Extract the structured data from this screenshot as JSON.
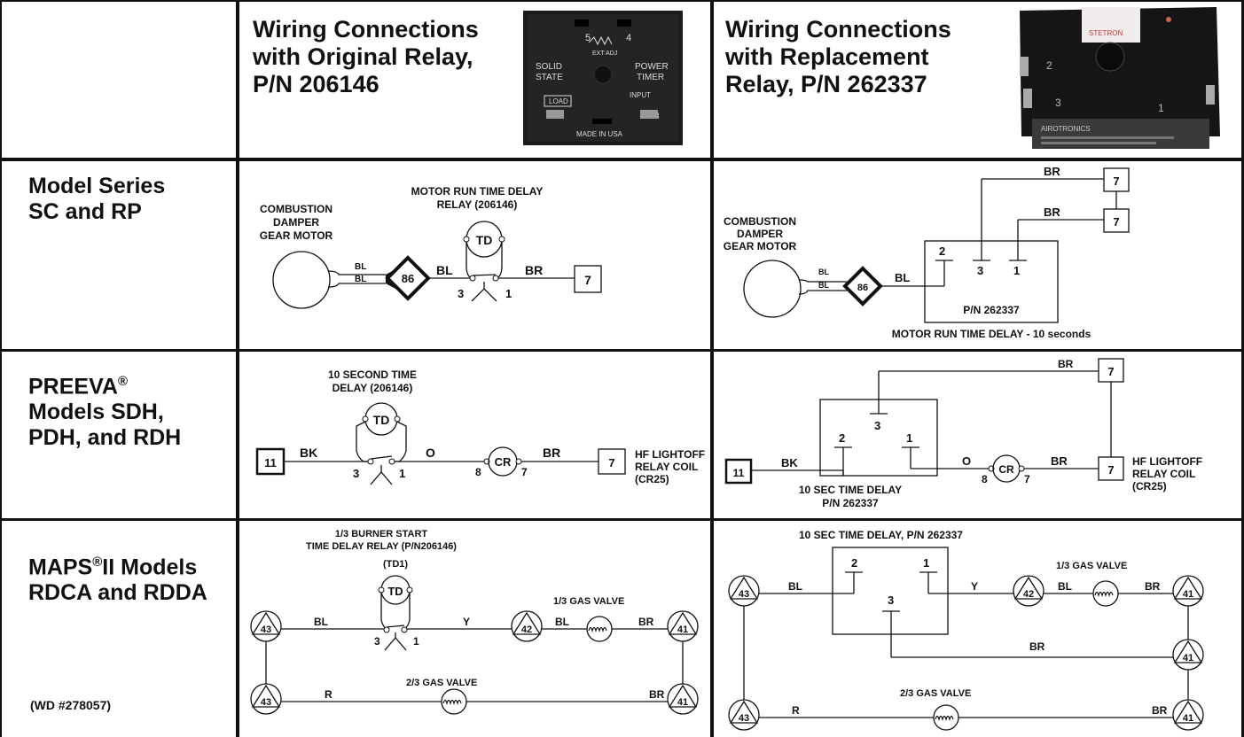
{
  "headers": {
    "original": [
      "Wiring Connections",
      "with Original Relay,",
      "P/N 206146"
    ],
    "replacement": [
      "Wiring Connections",
      "with Replacement",
      "Relay, P/N 262337"
    ]
  },
  "photo_original": {
    "top_numbers": [
      "5",
      "4"
    ],
    "ext_adj": "EXT ADJ",
    "solid_state": [
      "SOLID",
      "STATE"
    ],
    "power_timer": [
      "POWER",
      "TIMER"
    ],
    "load": "LOAD",
    "input": "INPUT",
    "pins": [
      "1",
      "3"
    ],
    "made_in": "MADE IN USA"
  },
  "photo_replacement": {
    "pins": [
      "2",
      "3",
      "1"
    ],
    "sticker": "STETRON",
    "brand": "AIROTRONICS"
  },
  "rows": [
    {
      "label": [
        "Model Series",
        "SC and RP"
      ]
    },
    {
      "label": [
        "PREEVA",
        "®",
        "Models SDH,",
        "PDH, and RDH"
      ]
    },
    {
      "label": [
        "MAPS",
        "®",
        "II Models",
        "RDCA and RDDA"
      ]
    }
  ],
  "footnote": "(WD #278057)",
  "row1_orig": {
    "motor": [
      "COMBUSTION",
      "DAMPER",
      "GEAR MOTOR"
    ],
    "relay": [
      "MOTOR RUN TIME DELAY",
      "RELAY (206146)"
    ],
    "td": "TD",
    "terminal_86": "86",
    "terminal_7": "7",
    "wires": [
      "BL",
      "BL",
      "BL",
      "BR"
    ],
    "pins": [
      "3",
      "1"
    ]
  },
  "row1_repl": {
    "motor": [
      "COMBUSTION",
      "DAMPER",
      "GEAR MOTOR"
    ],
    "terminal_86": "86",
    "terminals_7": [
      "7",
      "7"
    ],
    "wires": [
      "BL",
      "BL",
      "BL",
      "BR",
      "BR"
    ],
    "pins": [
      "2",
      "3",
      "1"
    ],
    "part": "P/N 262337",
    "caption": "MOTOR RUN TIME DELAY - 10 seconds"
  },
  "row2_orig": {
    "relay": [
      "10 SECOND TIME",
      "DELAY (206146)"
    ],
    "td": "TD",
    "terminal_11": "11",
    "terminal_7": "7",
    "wires": [
      "BK",
      "O",
      "BR"
    ],
    "pins": [
      "3",
      "1"
    ],
    "cr": "CR",
    "cr_pins": [
      "8",
      "7"
    ],
    "coil": [
      "HF LIGHTOFF",
      "RELAY COIL",
      "(CR25)"
    ]
  },
  "row2_repl": {
    "terminal_11": "11",
    "terminals_7": [
      "7",
      "7"
    ],
    "wires": [
      "BR",
      "BK",
      "O",
      "BR"
    ],
    "pins": [
      "3",
      "2",
      "1"
    ],
    "cr": "CR",
    "cr_pins": [
      "8",
      "7"
    ],
    "caption": [
      "10 SEC TIME DELAY",
      "P/N 262337"
    ],
    "coil": [
      "HF LIGHTOFF",
      "RELAY COIL",
      "(CR25)"
    ]
  },
  "row3_orig": {
    "relay": [
      "1/3 BURNER START",
      "TIME DELAY RELAY (P/N206146)",
      "(TD1)"
    ],
    "td": "TD",
    "terminals": [
      "43",
      "42",
      "41",
      "43",
      "41"
    ],
    "wires": [
      "BL",
      "Y",
      "BL",
      "BR",
      "R",
      "BR"
    ],
    "pins": [
      "3",
      "1"
    ],
    "valve_13": "1/3 GAS VALVE",
    "valve_23": "2/3 GAS VALVE"
  },
  "row3_repl": {
    "caption": "10 SEC TIME DELAY, P/N 262337",
    "terminals": [
      "43",
      "42",
      "41",
      "41",
      "43",
      "41"
    ],
    "wires": [
      "BL",
      "Y",
      "BL",
      "BR",
      "BR",
      "R",
      "BR"
    ],
    "pins": [
      "2",
      "1",
      "3"
    ],
    "valve_13": "1/3 GAS VALVE",
    "valve_23": "2/3 GAS VALVE"
  }
}
